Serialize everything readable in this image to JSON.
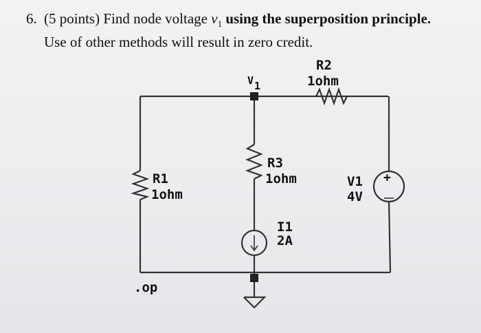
{
  "question": {
    "number": "6.",
    "line1_pre": "(5 points) Find node voltage ",
    "var_letter": "v",
    "var_sub": "1",
    "line1_post": " using the superposition principle.",
    "line2": "Use of other methods will result in zero credit."
  },
  "circuit": {
    "node_label_v": "V",
    "node_label_sub": "1",
    "r1_name": "R1",
    "r1_value": "1ohm",
    "r2_name": "R2",
    "r2_value": "1ohm",
    "r3_name": "R3",
    "r3_value": "1ohm",
    "i1_name": "I1",
    "i1_value": "2A",
    "v1_name": "V1",
    "v1_value": "4V",
    "v1_plus": "+",
    "op_label": ".op"
  }
}
